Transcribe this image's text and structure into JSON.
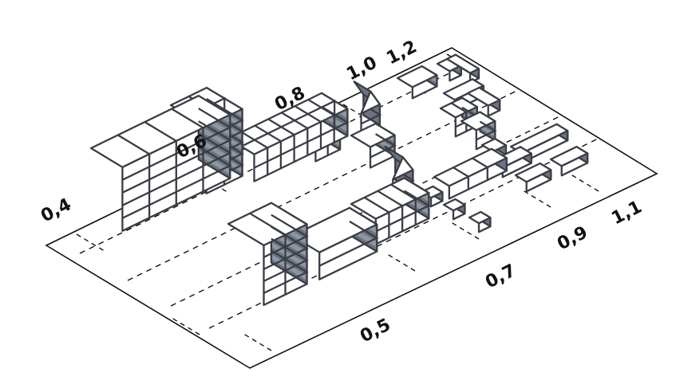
{
  "colors": {
    "stroke": "#3a3d44",
    "face": "#ffffff",
    "shade": "#6b7380",
    "band": "#8e96a2",
    "ground": "#111111"
  },
  "axis_labels": [
    {
      "id": "far-0-4",
      "text": "0,4"
    },
    {
      "id": "far-0-5",
      "text": "0,5"
    },
    {
      "id": "far-0-6",
      "text": "0,6"
    },
    {
      "id": "far-0-7",
      "text": "0,7"
    },
    {
      "id": "far-0-8",
      "text": "0,8"
    },
    {
      "id": "far-0-9",
      "text": "0,9"
    },
    {
      "id": "far-1-0",
      "text": "1,0"
    },
    {
      "id": "far-1-1",
      "text": "1,1"
    },
    {
      "id": "far-1-2",
      "text": "1,2"
    }
  ]
}
